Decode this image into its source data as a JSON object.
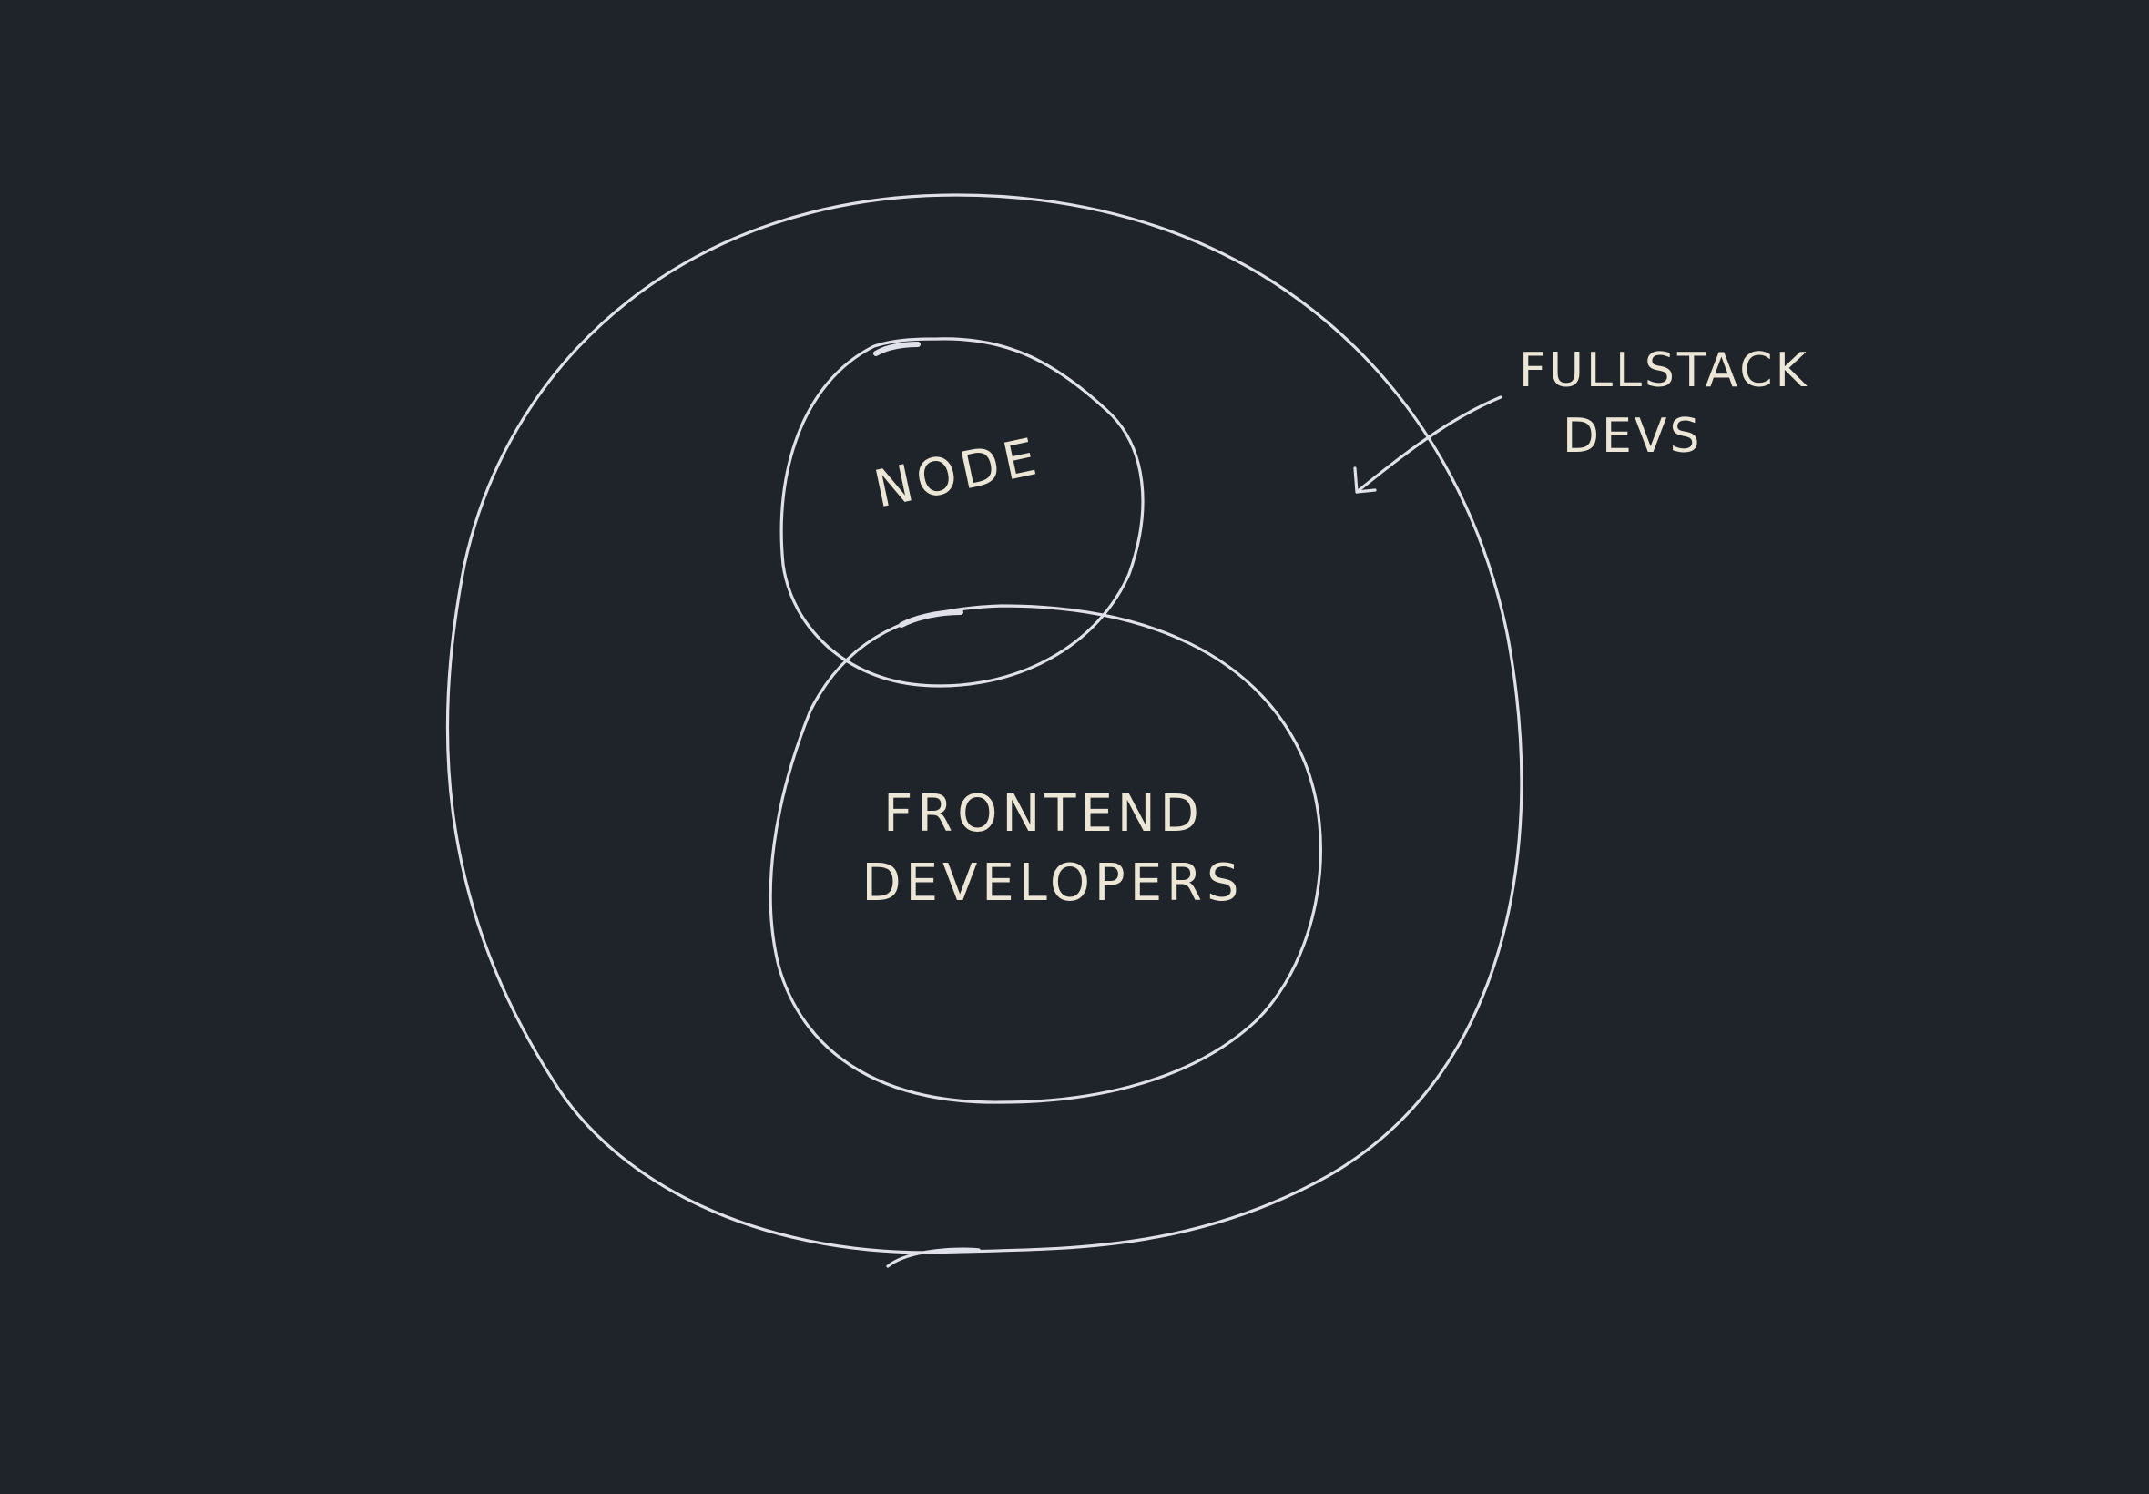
{
  "diagram": {
    "background_color": "#1f242a",
    "stroke_color": "#dfe0ea",
    "text_color": "#ece6d6",
    "labels": {
      "node": "NODE",
      "frontend_line1": "FRONTEND",
      "frontend_line2": "DEVELOPERS",
      "fullstack_line1": "FULLSTACK",
      "fullstack_line2": "DEVS"
    }
  }
}
